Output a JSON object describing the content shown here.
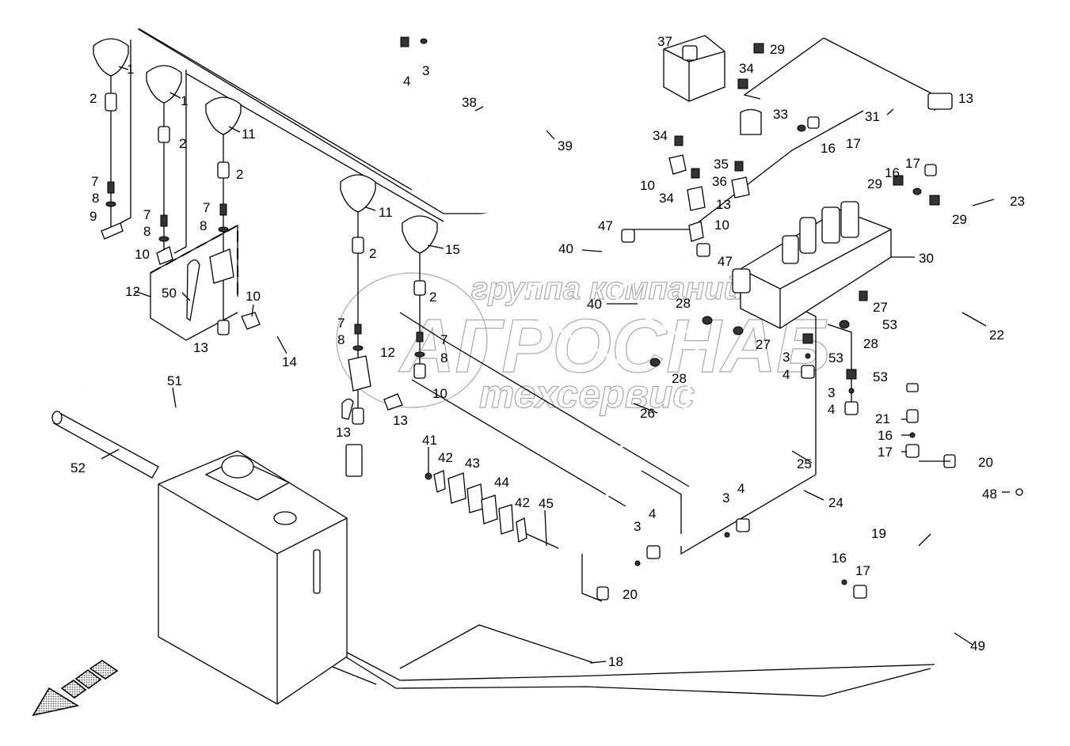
{
  "diagram": {
    "title": "Hydraulic system parts diagram",
    "watermark": {
      "line1": "группа компаний",
      "line2": "АГРОСНАБ",
      "line3": "техсервис"
    },
    "callouts": [
      {
        "id": "c1a",
        "text": "1"
      },
      {
        "id": "c1b",
        "text": "1"
      },
      {
        "id": "c2a",
        "text": "2"
      },
      {
        "id": "c2b",
        "text": "2"
      },
      {
        "id": "c2c",
        "text": "2"
      },
      {
        "id": "c2d",
        "text": "2"
      },
      {
        "id": "c2e",
        "text": "2"
      },
      {
        "id": "c3a",
        "text": "3"
      },
      {
        "id": "c3b",
        "text": "3"
      },
      {
        "id": "c3c",
        "text": "3"
      },
      {
        "id": "c3d",
        "text": "3"
      },
      {
        "id": "c3e",
        "text": "3"
      },
      {
        "id": "c4a",
        "text": "4"
      },
      {
        "id": "c4b",
        "text": "4"
      },
      {
        "id": "c4c",
        "text": "4"
      },
      {
        "id": "c4d",
        "text": "4"
      },
      {
        "id": "c4e",
        "text": "4"
      },
      {
        "id": "c7a",
        "text": "7"
      },
      {
        "id": "c7b",
        "text": "7"
      },
      {
        "id": "c7c",
        "text": "7"
      },
      {
        "id": "c7d",
        "text": "7"
      },
      {
        "id": "c7e",
        "text": "7"
      },
      {
        "id": "c8a",
        "text": "8"
      },
      {
        "id": "c8b",
        "text": "8"
      },
      {
        "id": "c8c",
        "text": "8"
      },
      {
        "id": "c8d",
        "text": "8"
      },
      {
        "id": "c8e",
        "text": "8"
      },
      {
        "id": "c9",
        "text": "9"
      },
      {
        "id": "c10a",
        "text": "10"
      },
      {
        "id": "c10b",
        "text": "10"
      },
      {
        "id": "c10c",
        "text": "10"
      },
      {
        "id": "c10d",
        "text": "10"
      },
      {
        "id": "c10e",
        "text": "10"
      },
      {
        "id": "c11a",
        "text": "11"
      },
      {
        "id": "c11b",
        "text": "11"
      },
      {
        "id": "c12a",
        "text": "12"
      },
      {
        "id": "c12b",
        "text": "12"
      },
      {
        "id": "c13a",
        "text": "13"
      },
      {
        "id": "c13b",
        "text": "13"
      },
      {
        "id": "c13c",
        "text": "13"
      },
      {
        "id": "c13d",
        "text": "13"
      },
      {
        "id": "c13e",
        "text": "13"
      },
      {
        "id": "c14",
        "text": "14"
      },
      {
        "id": "c15",
        "text": "15"
      },
      {
        "id": "c16a",
        "text": "16"
      },
      {
        "id": "c16b",
        "text": "16"
      },
      {
        "id": "c16c",
        "text": "16"
      },
      {
        "id": "c16d",
        "text": "16"
      },
      {
        "id": "c17a",
        "text": "17"
      },
      {
        "id": "c17b",
        "text": "17"
      },
      {
        "id": "c17c",
        "text": "17"
      },
      {
        "id": "c17d",
        "text": "17"
      },
      {
        "id": "c18",
        "text": "18"
      },
      {
        "id": "c19",
        "text": "19"
      },
      {
        "id": "c20a",
        "text": "20"
      },
      {
        "id": "c20b",
        "text": "20"
      },
      {
        "id": "c21",
        "text": "21"
      },
      {
        "id": "c22",
        "text": "22"
      },
      {
        "id": "c23",
        "text": "23"
      },
      {
        "id": "c24",
        "text": "24"
      },
      {
        "id": "c25",
        "text": "25"
      },
      {
        "id": "c26",
        "text": "26"
      },
      {
        "id": "c27a",
        "text": "27"
      },
      {
        "id": "c27b",
        "text": "27"
      },
      {
        "id": "c28a",
        "text": "28"
      },
      {
        "id": "c28b",
        "text": "28"
      },
      {
        "id": "c28c",
        "text": "28"
      },
      {
        "id": "c29a",
        "text": "29"
      },
      {
        "id": "c29b",
        "text": "29"
      },
      {
        "id": "c29c",
        "text": "29"
      },
      {
        "id": "c30",
        "text": "30"
      },
      {
        "id": "c31",
        "text": "31"
      },
      {
        "id": "c33",
        "text": "33"
      },
      {
        "id": "c34a",
        "text": "34"
      },
      {
        "id": "c34b",
        "text": "34"
      },
      {
        "id": "c34c",
        "text": "34"
      },
      {
        "id": "c35",
        "text": "35"
      },
      {
        "id": "c36",
        "text": "36"
      },
      {
        "id": "c37",
        "text": "37"
      },
      {
        "id": "c38",
        "text": "38"
      },
      {
        "id": "c39",
        "text": "39"
      },
      {
        "id": "c40a",
        "text": "40"
      },
      {
        "id": "c40b",
        "text": "40"
      },
      {
        "id": "c41",
        "text": "41"
      },
      {
        "id": "c42a",
        "text": "42"
      },
      {
        "id": "c42b",
        "text": "42"
      },
      {
        "id": "c43",
        "text": "43"
      },
      {
        "id": "c44",
        "text": "44"
      },
      {
        "id": "c45",
        "text": "45"
      },
      {
        "id": "c47a",
        "text": "47"
      },
      {
        "id": "c47b",
        "text": "47"
      },
      {
        "id": "c48",
        "text": "48"
      },
      {
        "id": "c49",
        "text": "49"
      },
      {
        "id": "c50",
        "text": "50"
      },
      {
        "id": "c51",
        "text": "51"
      },
      {
        "id": "c52",
        "text": "52"
      },
      {
        "id": "c53a",
        "text": "53"
      },
      {
        "id": "c53b",
        "text": "53"
      },
      {
        "id": "c53c",
        "text": "53"
      }
    ]
  }
}
